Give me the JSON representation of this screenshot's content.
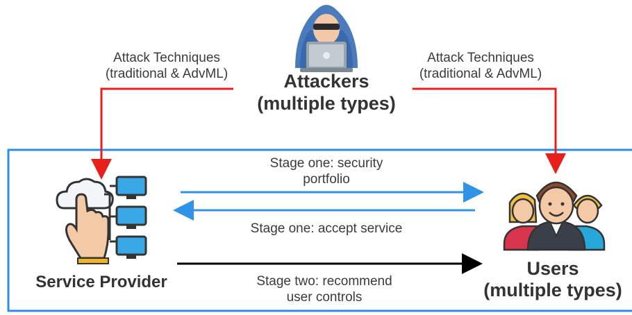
{
  "attackers": {
    "line1": "Attackers",
    "line2": "(multiple types)"
  },
  "attack_left": {
    "line1": "Attack Techniques",
    "line2": "(traditional & AdvML)"
  },
  "attack_right": {
    "line1": "Attack Techniques",
    "line2": "(traditional & AdvML)"
  },
  "stage_security": {
    "line1": "Stage one: security",
    "line2": "portfolio"
  },
  "stage_accept": {
    "line1": "Stage one: accept service"
  },
  "stage_recommend": {
    "line1": "Stage two: recommend",
    "line2": "user controls"
  },
  "service_provider": {
    "label": "Service Provider"
  },
  "users": {
    "line1": "Users",
    "line2": "(multiple types)"
  },
  "colors": {
    "blue_box": "#2e8ee6",
    "red": "#e8201c",
    "blue_arrow": "#2f93e8",
    "black": "#000000"
  }
}
